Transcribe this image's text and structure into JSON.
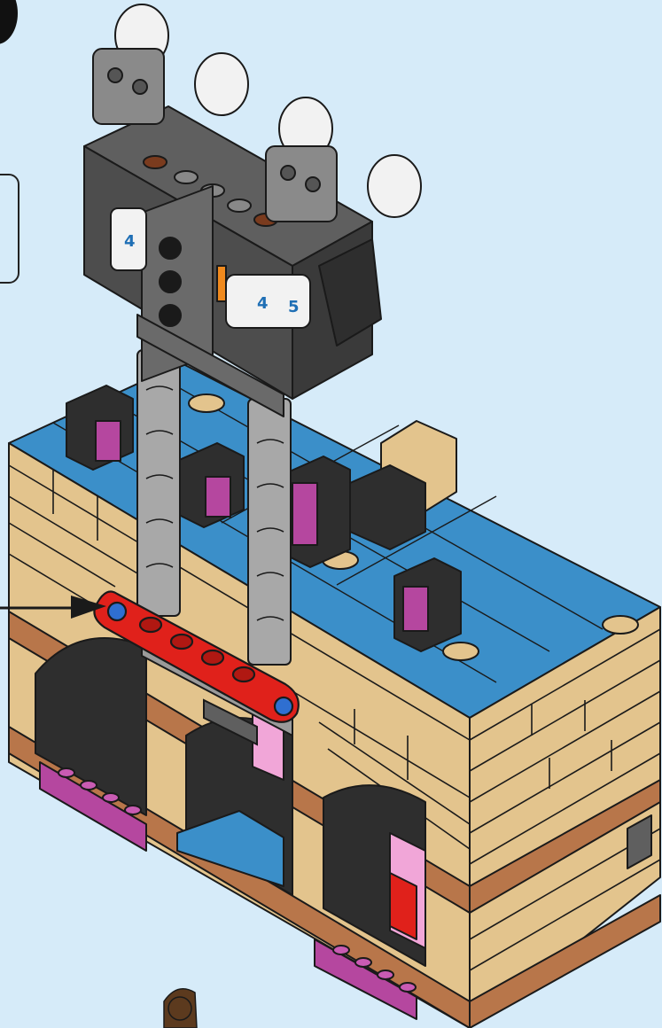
{
  "scene": {
    "background_color": "#d6ebf9",
    "outline_color": "#1a1a1a",
    "colors": {
      "tan": "#e3c48d",
      "tan_dark": "#c9a467",
      "blue": "#3b8fc9",
      "blue_light": "#5aa9de",
      "magenta": "#b5479f",
      "pink": "#f1a6d8",
      "red": "#e0211b",
      "grey": "#9a9a9a",
      "grey_dark": "#5f5f5f",
      "black": "#2e2e2e",
      "brown": "#b8764a",
      "white": "#f2f2f2"
    }
  },
  "light_tower": {
    "cylinder_labels_left": [
      "4"
    ],
    "cylinder_labels_right": [
      "4",
      "5"
    ]
  },
  "instruction": {
    "arrow_icon": "arrow-right-icon",
    "highlighted_part": "red-technic-beam"
  }
}
